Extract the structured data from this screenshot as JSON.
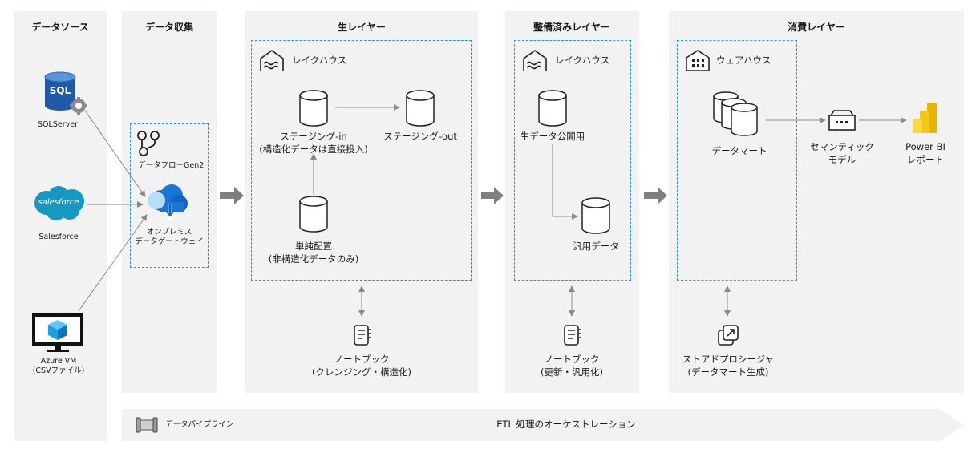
{
  "columns": {
    "sources": "データソース",
    "ingest": "データ収集",
    "raw": "生レイヤー",
    "curated": "整備済みレイヤー",
    "consume": "消費レイヤー"
  },
  "sources": {
    "sql_icon_text": "SQL",
    "sqlserver": "SQLServer",
    "salesforce_logo": "salesforce",
    "salesforce": "Salesforce",
    "azurevm_line1": "Azure VM",
    "azurevm_line2": "(CSVファイル)"
  },
  "ingest": {
    "dataflow": "データフローGen2",
    "gateway_line1": "オンプレミス",
    "gateway_line2": "データゲートウェイ"
  },
  "raw": {
    "lakehouse": "レイクハウス",
    "staging_in_line1": "ステージング-in",
    "staging_in_line2": "(構造化データは直接投入)",
    "staging_out": "ステージング-out",
    "simple_line1": "単純配置",
    "simple_line2": "(非構造化データのみ)",
    "notebook_line1": "ノートブック",
    "notebook_line2": "(クレンジング・構造化)"
  },
  "curated": {
    "lakehouse": "レイクハウス",
    "raw_public": "生データ公開用",
    "general": "汎用データ",
    "notebook_line1": "ノートブック",
    "notebook_line2": "(更新・汎用化)"
  },
  "consume": {
    "warehouse": "ウェアハウス",
    "datamart": "データマート",
    "semantic_line1": "セマンティック",
    "semantic_line2": "モデル",
    "powerbi_line1": "Power BI",
    "powerbi_line2": "レポート",
    "proc_line1": "ストアドプロシージャ",
    "proc_line2": "(データマート生成)"
  },
  "pipeline": {
    "label": "データパイプライン",
    "center": "ETL 処理のオーケストレーション"
  },
  "colors": {
    "panel": "#f2f2f2",
    "dashed": "#1e9bd7",
    "arrow": "#7f7f7f",
    "sql_blue": "#1f5aa8",
    "salesforce_blue": "#1798c1",
    "powerbi_yellow": "#f2c811"
  }
}
